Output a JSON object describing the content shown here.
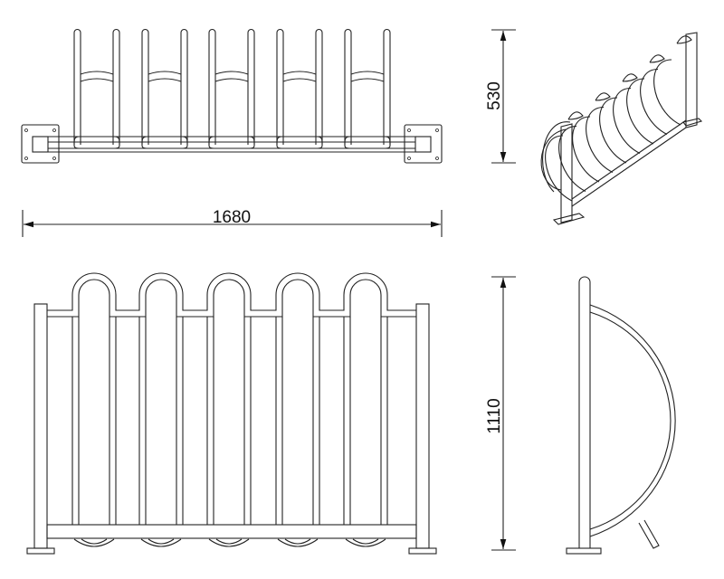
{
  "dimensions": {
    "width": "1680",
    "depth": "530",
    "height": "1110"
  }
}
